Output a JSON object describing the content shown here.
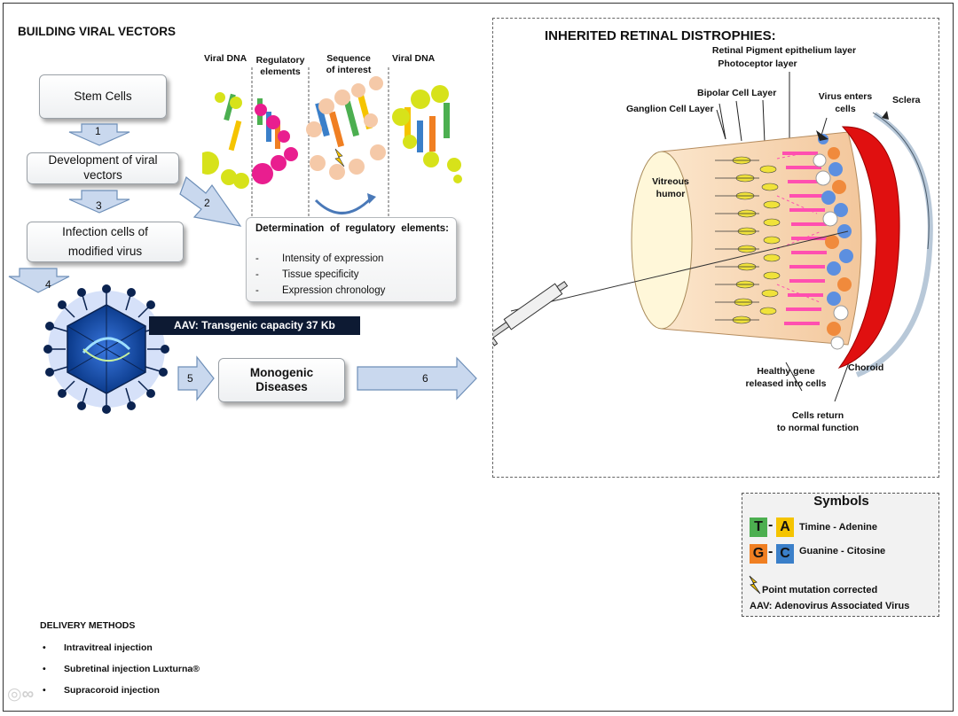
{
  "header": {
    "title": "BUILDING VIRAL  VECTORS"
  },
  "steps": {
    "stem_cells": "Stem Cells",
    "development": "Development of viral vectors",
    "infection_line1": "Infection cells of",
    "infection_line2": "modified virus",
    "monogenic_line1": "Monogenic",
    "monogenic_line2": "Diseases"
  },
  "arrows": {
    "a1": "1",
    "a2": "2",
    "a3": "3",
    "a4": "4",
    "a5": "5",
    "a6": "6"
  },
  "dna_columns": {
    "viral_dna_left": "Viral DNA",
    "regulatory_line1": "Regulatory",
    "regulatory_line2": "elements",
    "sequence_line1": "Sequence",
    "sequence_line2": "of interest",
    "viral_dna_right": "Viral DNA"
  },
  "determination": {
    "title": "Determination of regulatory elements:",
    "items": [
      "Intensity of expression",
      "Tissue specificity",
      "Expression chronology"
    ],
    "dash": "-"
  },
  "aav_bar": "AAV: Transgenic capacity 37 Kb",
  "retina": {
    "title": "INHERITED RETINAL DISTROPHIES:",
    "rpe": "Retinal Pigment epithelium layer",
    "photoreceptor": "Photoceptor layer",
    "bipolar": "Bipolar Cell Layer",
    "ganglion": "Ganglion Cell Layer",
    "virus_line1": "Virus enters",
    "virus_line2": "cells",
    "sclera": "Sclera",
    "vitreous_line1": "Vitreous",
    "vitreous_line2": "humor",
    "choroid": "Choroid",
    "healthy_line1": "Healthy gene",
    "healthy_line2": "released into cells",
    "return_line1": "Cells return",
    "return_line2": "to normal function"
  },
  "symbols": {
    "title": "Symbols",
    "t": "T",
    "a": "A",
    "g": "G",
    "c": "C",
    "dash": "-",
    "ta_text": "Timine - Adenine",
    "gc_text": "Guanine - Citosine",
    "mutation": "Point mutation corrected",
    "aav": "AAV: Adenovirus Associated Virus"
  },
  "delivery": {
    "title": "DELIVERY METHODS",
    "bullet": "•",
    "items": [
      "Intravitreal injection",
      "Subretinal injection  Luxturna®",
      "Supracoroid injection"
    ]
  },
  "colors": {
    "arrow_fill": "#c9d8ee",
    "arrow_stroke": "#6e8fb8",
    "virus_blue": "#1f5fc8",
    "aav_bar": "#0d1a33",
    "base_t": "#4caf50",
    "base_a": "#f5c400",
    "base_g": "#f07f22",
    "base_c": "#3a7fc9",
    "choroid": "#e01010",
    "tissue": "#f5cfa8",
    "photoreceptor": "#ff4fb0"
  }
}
